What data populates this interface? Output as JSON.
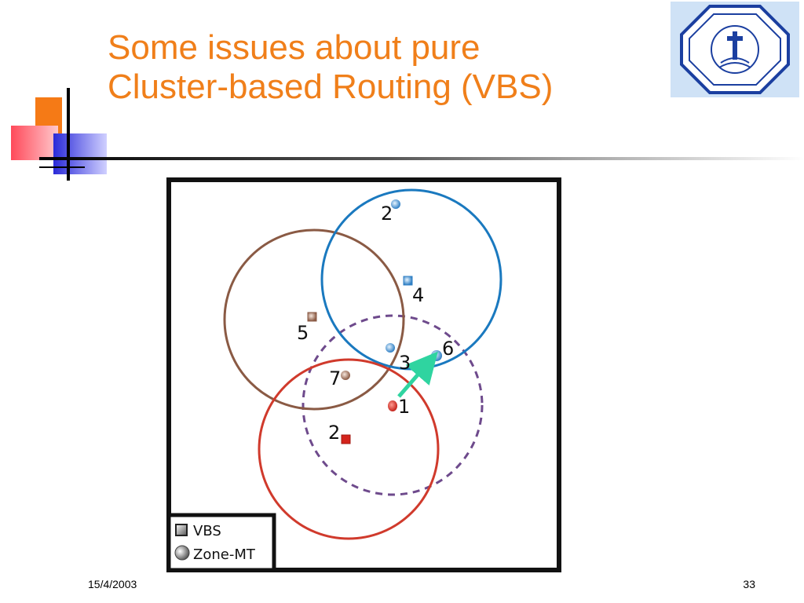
{
  "slide": {
    "title_line1": "Some issues about pure",
    "title_line2": "Cluster-based Routing (VBS)",
    "date": "15/4/2003",
    "page_number": "33"
  },
  "colors": {
    "title": "#f07f1a",
    "red_circle": "#d03a2c",
    "brown_circle": "#8a5a44",
    "blue_circle": "#1a79bf",
    "dashed_circle": "#6e4a8c",
    "arrow": "#2fd4a0"
  },
  "diagram": {
    "node_labels": {
      "n2_top": "2",
      "n4": "4",
      "n5": "5",
      "n3": "3",
      "n6": "6",
      "n7": "7",
      "n1": "1",
      "n2_bottom": "2"
    },
    "legend": {
      "vbs": "VBS",
      "zone_mt": "Zone-MT"
    }
  }
}
